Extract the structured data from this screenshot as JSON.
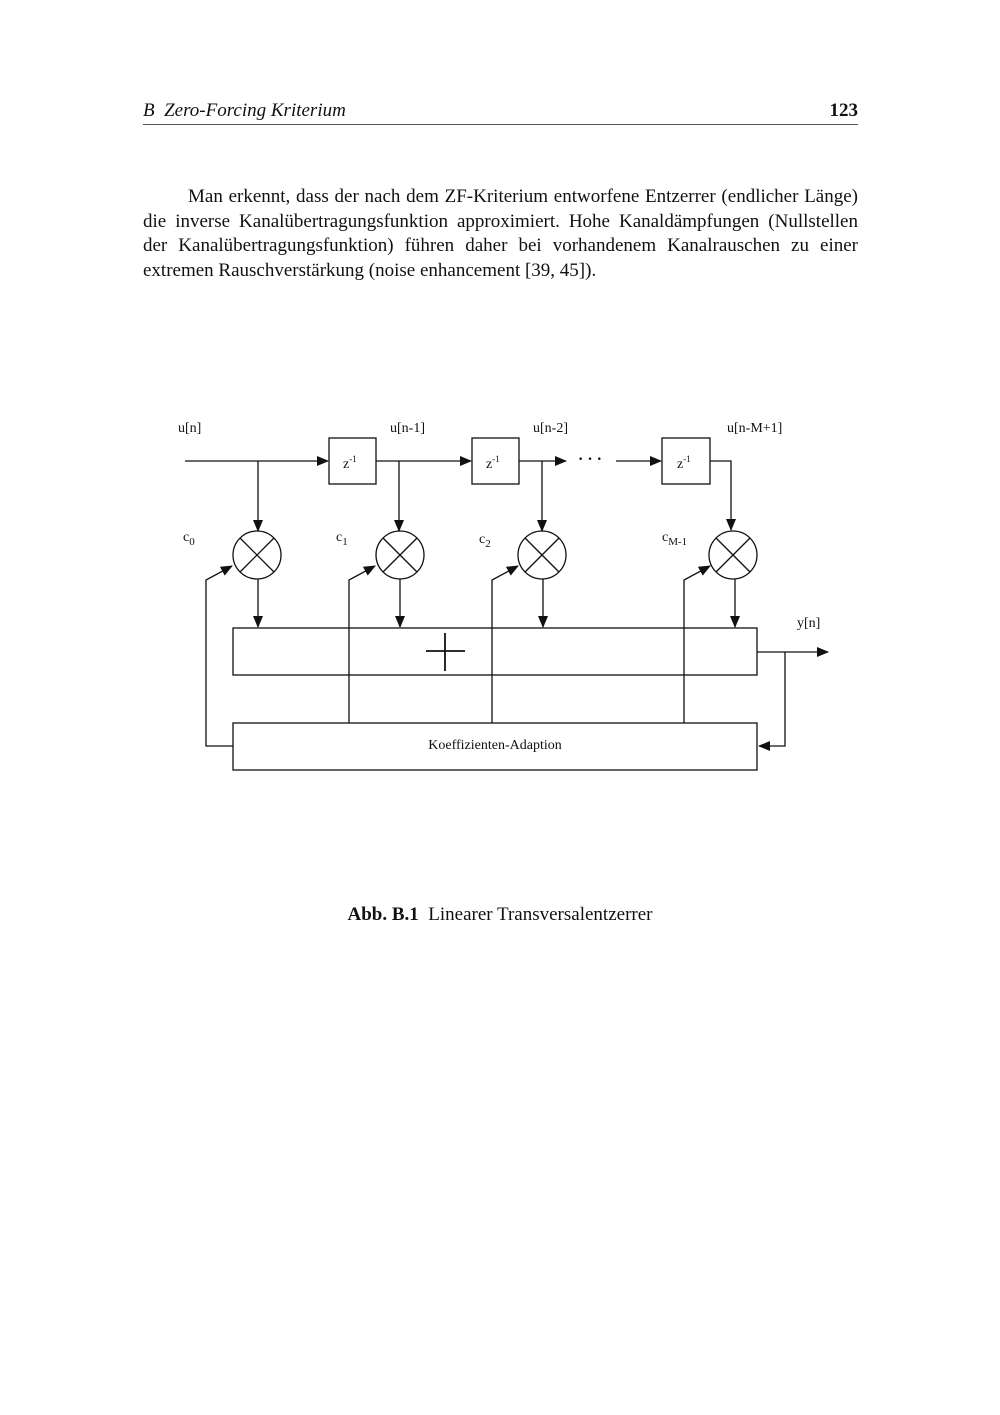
{
  "header": {
    "chapter": "B  Zero-Forcing Kriterium",
    "page_number": "123"
  },
  "body_text": "Man erkennt, dass der nach dem ZF-Kriterium entworfene Entzerrer (endlicher Länge) die inverse Kanalübertragungsfunktion approximiert. Hohe Kanaldämpfungen (Nullstellen der Kanalübertragungsfunktion) führen daher bei vorhandenem Kanalrauschen zu einer extremen Rauschverstärkung (noise enhancement [39, 45]).",
  "diagram": {
    "signal_labels": [
      "u[n]",
      "u[n-1]",
      "u[n-2]",
      "u[n-M+1]"
    ],
    "delay_label": {
      "base": "z",
      "exp": "-1"
    },
    "coefficients": [
      {
        "base": "c",
        "sub": "0"
      },
      {
        "base": "c",
        "sub": "1"
      },
      {
        "base": "c",
        "sub": "2"
      },
      {
        "base": "c",
        "sub": "M-1"
      }
    ],
    "ellipsis": "· · ·",
    "output_label": "y[n]",
    "adaption_label": "Koeffizienten-Adaption"
  },
  "caption": {
    "label": "Abb. B.1",
    "text": "Linearer Transversalentzerrer"
  }
}
